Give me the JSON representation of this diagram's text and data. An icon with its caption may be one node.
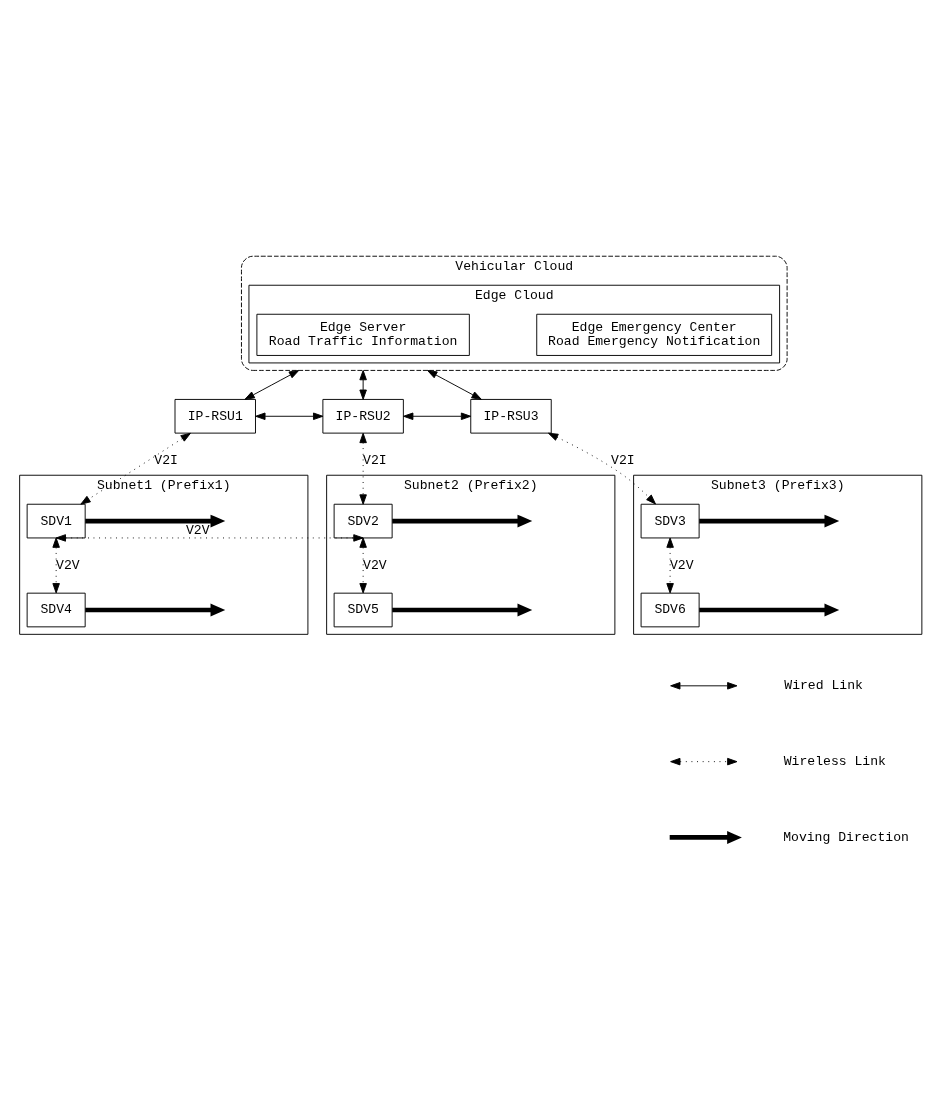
{
  "diagram": {
    "nodes": [
      {
        "text": [
          "Vehicular Cloud"
        ]
      },
      {
        "text": [
          "Edge Cloud"
        ],
        "in": 0
      },
      {
        "text": [
          "Edge Server",
          "Road Traffic Information"
        ],
        "in": 1
      },
      {
        "text": [
          "Edge Emergency Center",
          "Road Emergency Notification"
        ],
        "in": 1
      },
      {
        "text": [
          "IP-RSU1"
        ]
      },
      {
        "text": [
          "IP-RSU2"
        ]
      },
      {
        "text": [
          "IP-RSU3"
        ]
      },
      {
        "text": [
          "Subnet1 (Prefix1)"
        ]
      },
      {
        "text": [
          "SDV1"
        ],
        "in": 7
      },
      {
        "text": [
          "SDV4"
        ],
        "in": 7
      },
      {
        "text": [
          "Subnet2 (Prefix2)"
        ]
      },
      {
        "text": [
          "SDV2"
        ],
        "in": 10
      },
      {
        "text": [
          "SDV5"
        ],
        "in": 10
      },
      {
        "text": [
          "Subnet3 (Prefix3)"
        ]
      },
      {
        "text": [
          "SDV3"
        ],
        "in": 13
      },
      {
        "text": [
          "SDV6"
        ],
        "in": 13
      }
    ],
    "edges": [
      {
        "from": 0,
        "to": 4,
        "arrow": "both"
      },
      {
        "from": 0,
        "to": 5,
        "arrow": "both"
      },
      {
        "from": 0,
        "to": 6,
        "arrow": "both"
      },
      {
        "from": 4,
        "to": 5,
        "arrow": "both"
      },
      {
        "from": 5,
        "to": 6,
        "arrow": "both"
      },
      {
        "from": 4,
        "to": 8,
        "arrow": "both",
        "label": "V2I",
        "style": "dashed"
      },
      {
        "from": 5,
        "to": 11,
        "arrow": "both",
        "label": "V2I",
        "style": "dashed"
      },
      {
        "from": 6,
        "to": 14,
        "arrow": "both",
        "label": "V2I",
        "style": "dashed"
      },
      {
        "from": 8,
        "to": null,
        "arrow": "to",
        "style": "thick"
      },
      {
        "from": 11,
        "to": null,
        "arrow": "to",
        "style": "thick"
      },
      {
        "from": 14,
        "to": null,
        "arrow": "to",
        "style": "thick"
      },
      {
        "from": 8,
        "to": 11,
        "arrow": "both",
        "label": "V2V",
        "style": "dashed"
      },
      {
        "from": 8,
        "to": 9,
        "arrow": "both",
        "label": "V2V",
        "style": "dashed"
      },
      {
        "from": 11,
        "to": 12,
        "arrow": "both",
        "label": "V2V",
        "style": "dashed"
      },
      {
        "from": 14,
        "to": 15,
        "arrow": "both",
        "label": "V2V",
        "style": "dashed"
      },
      {
        "from": 9,
        "to": null,
        "arrow": "to",
        "style": "thick"
      },
      {
        "from": 12,
        "to": null,
        "arrow": "to",
        "style": "thick"
      },
      {
        "from": 15,
        "to": null,
        "arrow": "to",
        "style": "thick"
      }
    ],
    "legend": [
      {
        "text": "Wired Link"
      },
      {
        "text": "Wireless Link"
      },
      {
        "text": "Moving Direction"
      }
    ]
  }
}
